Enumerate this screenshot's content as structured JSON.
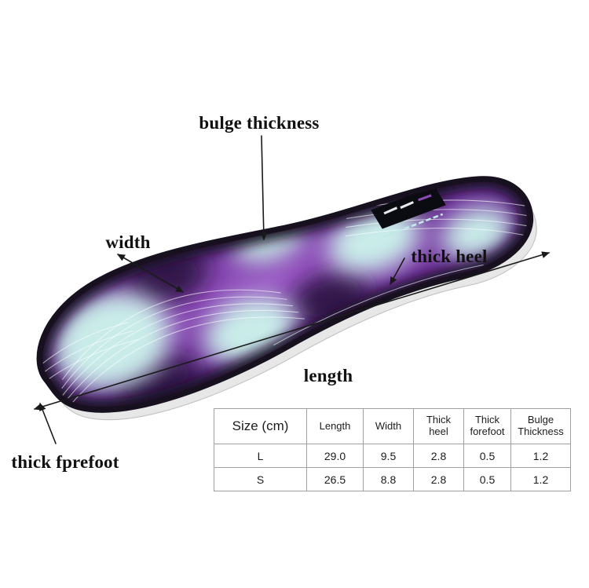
{
  "labels": {
    "bulge_thickness": "bulge thickness",
    "width": "width",
    "thick_heel": "thick heel",
    "length": "length",
    "thick_forefoot": "thick fprefoot"
  },
  "colors": {
    "insole_purple": "#7436a0",
    "insole_dark_edge": "#17101f",
    "insole_teal": "#c9ece9",
    "sole_edge": "#e7e7e7",
    "annotation": "#1a1a1a",
    "table_border": "#9f9f9f"
  },
  "table": {
    "headers": [
      "Size (cm)",
      "Length",
      "Width",
      "Thick heel",
      "Thick forefoot",
      "Bulge Thickness"
    ],
    "rows": [
      [
        "L",
        "29.0",
        "9.5",
        "2.8",
        "0.5",
        "1.2"
      ],
      [
        "S",
        "26.5",
        "8.8",
        "2.8",
        "0.5",
        "1.2"
      ]
    ]
  }
}
